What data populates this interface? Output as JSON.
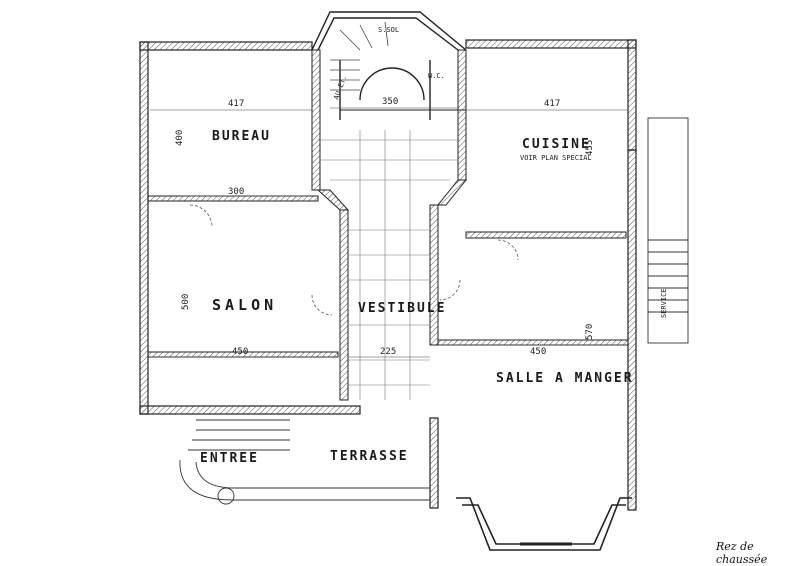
{
  "rooms": {
    "bureau": "BUREAU",
    "cuisine": "CUISINE",
    "cuisine_note": "VOIR PLAN SPECIAL",
    "salon": "SALON",
    "vestibule": "VESTIBULE",
    "salle_a_manger": "SALLE A MANGER",
    "wc": "W.C.",
    "entree": "ENTREE",
    "terrasse": "TERRASSE",
    "service": "SERVICE",
    "s_sol": "S.SOL",
    "au_et": "AU ET."
  },
  "dimensions": {
    "bureau_width": "417",
    "bureau_depth": "400",
    "stair_width": "350",
    "cuisine_width": "417",
    "cuisine_depth": "455",
    "bureau_opening": "300",
    "salon_depth": "500",
    "salon_width": "450",
    "vestibule_width": "225",
    "salle_width": "450",
    "salle_depth": "570"
  },
  "caption": "Rez de chaussée"
}
